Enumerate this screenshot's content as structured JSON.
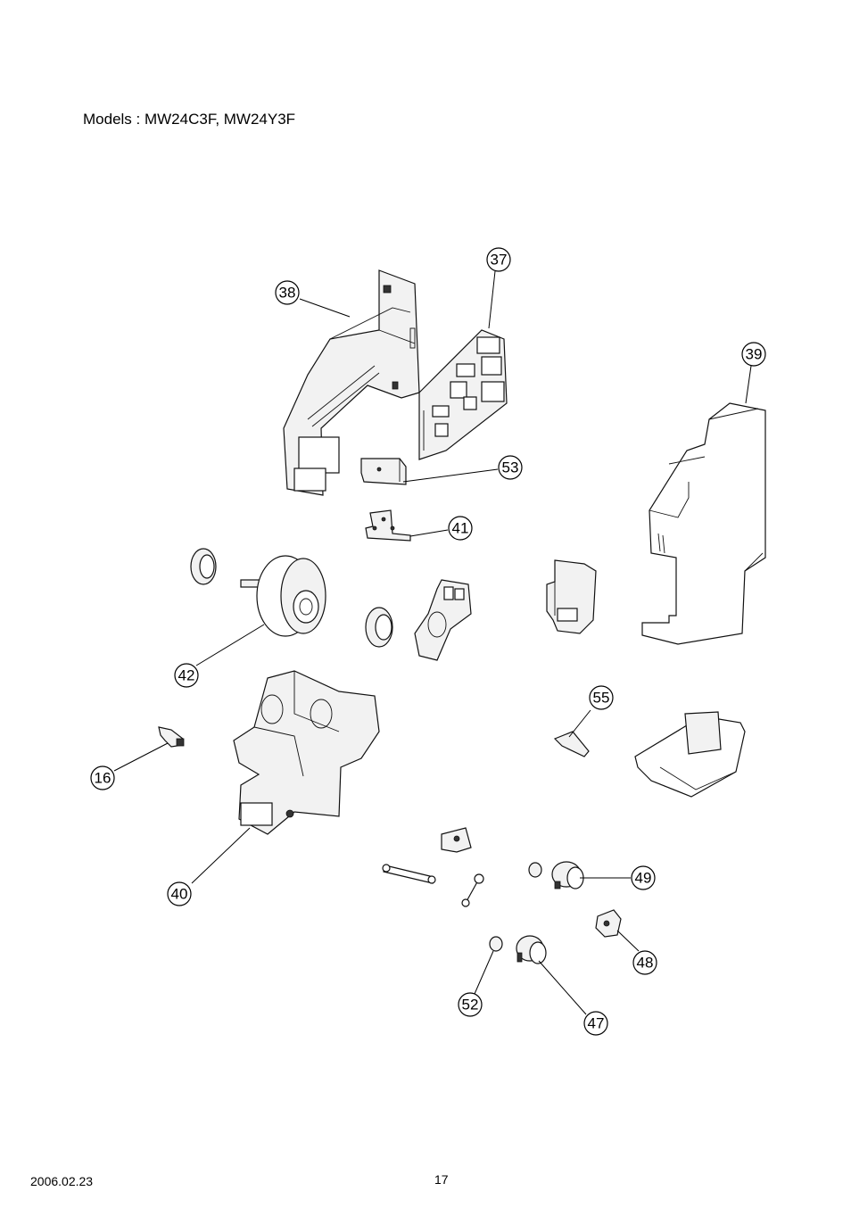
{
  "header": {
    "title": "Models : MW24C3F, MW24Y3F"
  },
  "footer": {
    "date": "2006.02.23",
    "page": "17"
  },
  "callouts": {
    "c37": "37",
    "c38": "38",
    "c39": "39",
    "c53": "53",
    "c41": "41",
    "c42": "42",
    "c55": "55",
    "c16": "16",
    "c40": "40",
    "c49": "49",
    "c48": "48",
    "c52": "52",
    "c47": "47"
  }
}
